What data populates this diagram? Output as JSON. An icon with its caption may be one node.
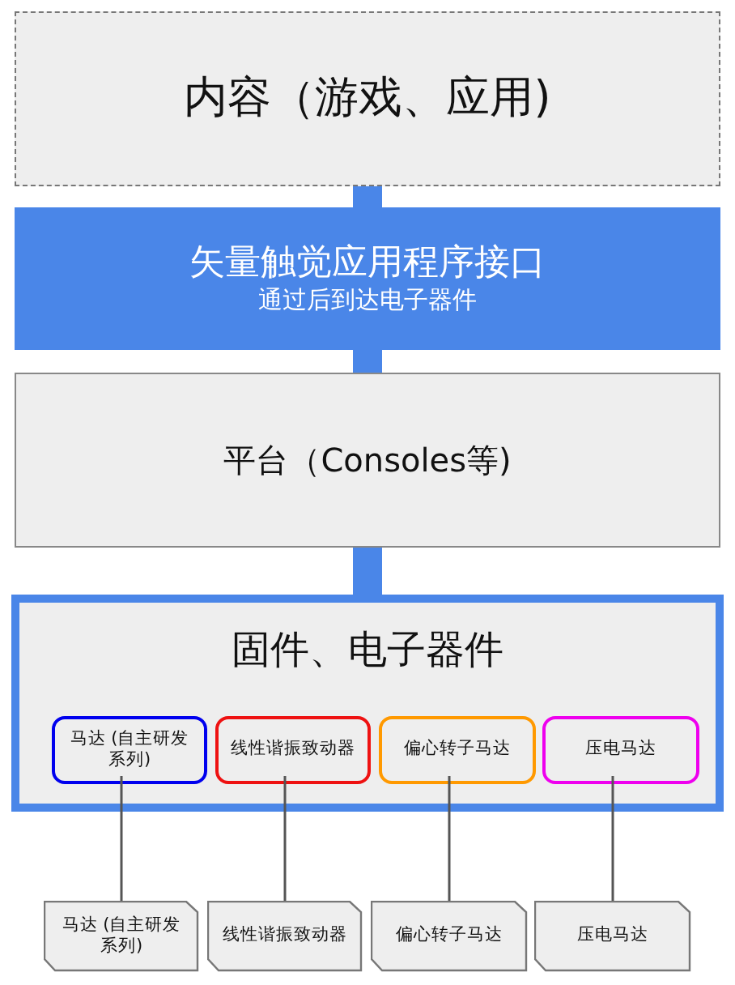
{
  "diagram": {
    "nodes": [
      {
        "text": [
          "内容（游戏、应用)"
        ]
      },
      {
        "text": [
          "矢量触觉应用程序接口",
          "通过后到达电子器件"
        ]
      },
      {
        "text": [
          "平台（Consoles等)"
        ]
      },
      {
        "text": [
          "固件、电子器件"
        ]
      },
      {
        "text": [
          "马达 (自主研发系列)"
        ],
        "in": 3
      },
      {
        "text": [
          "线性谐振致动器"
        ],
        "in": 3
      },
      {
        "text": [
          "偏心转子马达"
        ],
        "in": 3
      },
      {
        "text": [
          "压电马达"
        ],
        "in": 3
      },
      {
        "text": [
          "马达 (自主研发系列)"
        ]
      },
      {
        "text": [
          "线性谐振致动器"
        ]
      },
      {
        "text": [
          "偏心转子马达"
        ]
      },
      {
        "text": [
          "压电马达"
        ]
      }
    ],
    "edges": [
      {
        "from": 0,
        "to": 1,
        "arrow": "none",
        "style": "thick",
        "color": "#4a86e8"
      },
      {
        "from": 1,
        "to": 2,
        "arrow": "none",
        "style": "thick",
        "color": "#4a86e8"
      },
      {
        "from": 2,
        "to": 3,
        "arrow": "none",
        "style": "thick",
        "color": "#4a86e8"
      },
      {
        "from": 4,
        "to": 8,
        "arrow": "none"
      },
      {
        "from": 5,
        "to": 9,
        "arrow": "none"
      },
      {
        "from": 6,
        "to": 10,
        "arrow": "none"
      },
      {
        "from": 7,
        "to": 11,
        "arrow": "none"
      }
    ]
  }
}
